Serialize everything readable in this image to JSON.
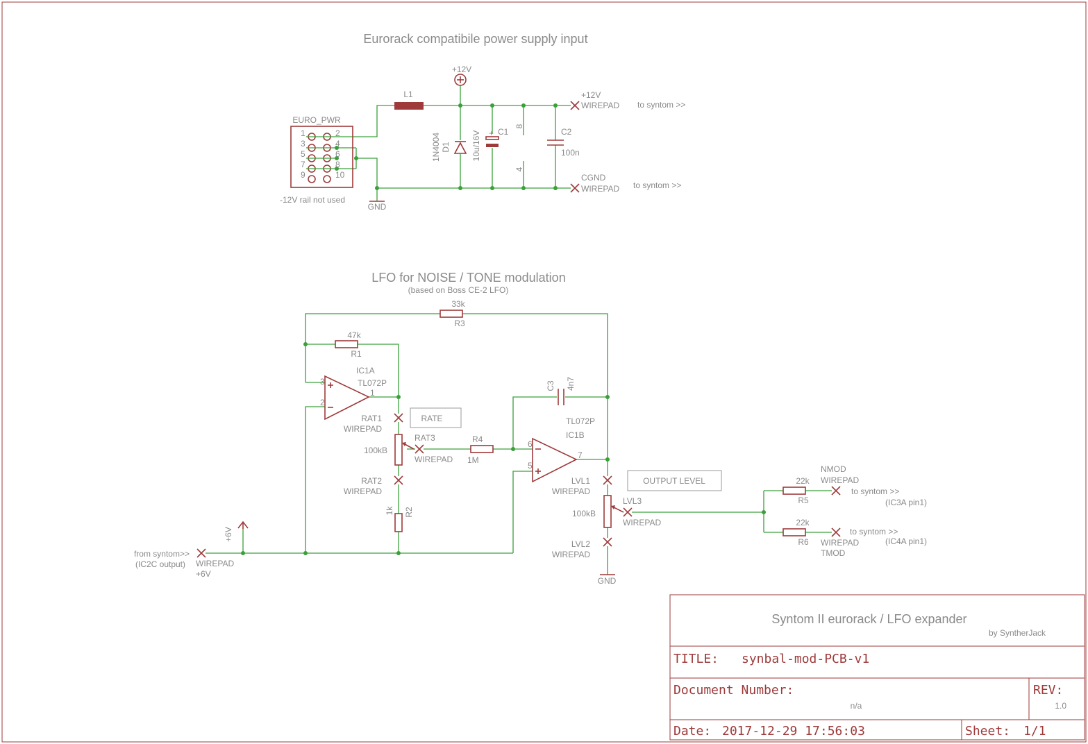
{
  "sections": {
    "power_title": "Eurorack compatibile power supply input",
    "lfo_title": "LFO for NOISE / TONE modulation",
    "lfo_subtitle": "(based on Boss CE-2 LFO)"
  },
  "power": {
    "connector_label": "EURO_PWR",
    "pins_left": [
      "1",
      "3",
      "5",
      "7",
      "9"
    ],
    "pins_right": [
      "2",
      "4",
      "6",
      "8",
      "10"
    ],
    "rail_note": "-12V rail not used",
    "gnd": "GND",
    "supply": "+12V",
    "l1": "L1",
    "d1_value": "1N4004",
    "d1_name": "D1",
    "c1_value": "10u/16V",
    "c1_name": "C1",
    "c1_plus": "+",
    "c2_name": "C2",
    "c2_value": "100n",
    "ic_pin8": "8",
    "ic_pin4": "4",
    "pad_12v_name": "+12V",
    "pad_12v_type": "WIREPAD",
    "pad_12v_note": "to syntom >>",
    "pad_cgnd_name": "CGND",
    "pad_cgnd_type": "WIREPAD",
    "pad_cgnd_note": "to syntom >>"
  },
  "lfo": {
    "r3_value": "33k",
    "r3_name": "R3",
    "r1_value": "47k",
    "r1_name": "R1",
    "ic1a_name": "IC1A",
    "ic1a_type": "TL072P",
    "ic1a_pin3": "3",
    "ic1a_pin2": "2",
    "ic1a_pin1": "1",
    "rat1": "RAT1",
    "rat1_type": "WIREPAD",
    "rate_box": "RATE",
    "rat3": "RAT3",
    "rat3_type": "WIREPAD",
    "pot1_value": "100kB",
    "r4_name": "R4",
    "r4_value": "1M",
    "rat2": "RAT2",
    "rat2_type": "WIREPAD",
    "r2_value": "1k",
    "r2_name": "R2",
    "c3_name": "C3",
    "c3_value": "4n7",
    "ic1b_type": "TL072P",
    "ic1b_name": "IC1B",
    "ic1b_pin6": "6",
    "ic1b_pin5": "5",
    "ic1b_pin7": "7",
    "lvl1": "LVL1",
    "lvl1_type": "WIREPAD",
    "output_box": "OUTPUT LEVEL",
    "lvl3": "LVL3",
    "lvl3_type": "WIREPAD",
    "pot2_value": "100kB",
    "lvl2": "LVL2",
    "lvl2_type": "WIREPAD",
    "gnd": "GND",
    "in_note1": "from syntom>>",
    "in_note2": "(IC2C output)",
    "in_type": "WIREPAD",
    "in_name": "+6V",
    "supply6": "+6V",
    "r5_value": "22k",
    "r5_name": "R5",
    "r6_value": "22k",
    "r6_name": "R6",
    "nmod_name": "NMOD",
    "nmod_type": "WIREPAD",
    "nmod_note1": "to syntom >>",
    "nmod_note2": "(IC3A pin1)",
    "tmod_type": "WIREPAD",
    "tmod_name": "TMOD",
    "tmod_note1": "to syntom >>",
    "tmod_note2": "(IC4A pin1)"
  },
  "titleblock": {
    "project": "Syntom II eurorack / LFO expander",
    "author": "by SyntherJack",
    "title_label": "TITLE:",
    "title_value": "synbal-mod-PCB-v1",
    "doc_label": "Document Number:",
    "doc_value": "n/a",
    "rev_label": "REV:",
    "rev_value": "1.0",
    "date_label": "Date:",
    "date_value": "2017-12-29 17:56:03",
    "sheet_label": "Sheet:",
    "sheet_value": "1/1"
  }
}
